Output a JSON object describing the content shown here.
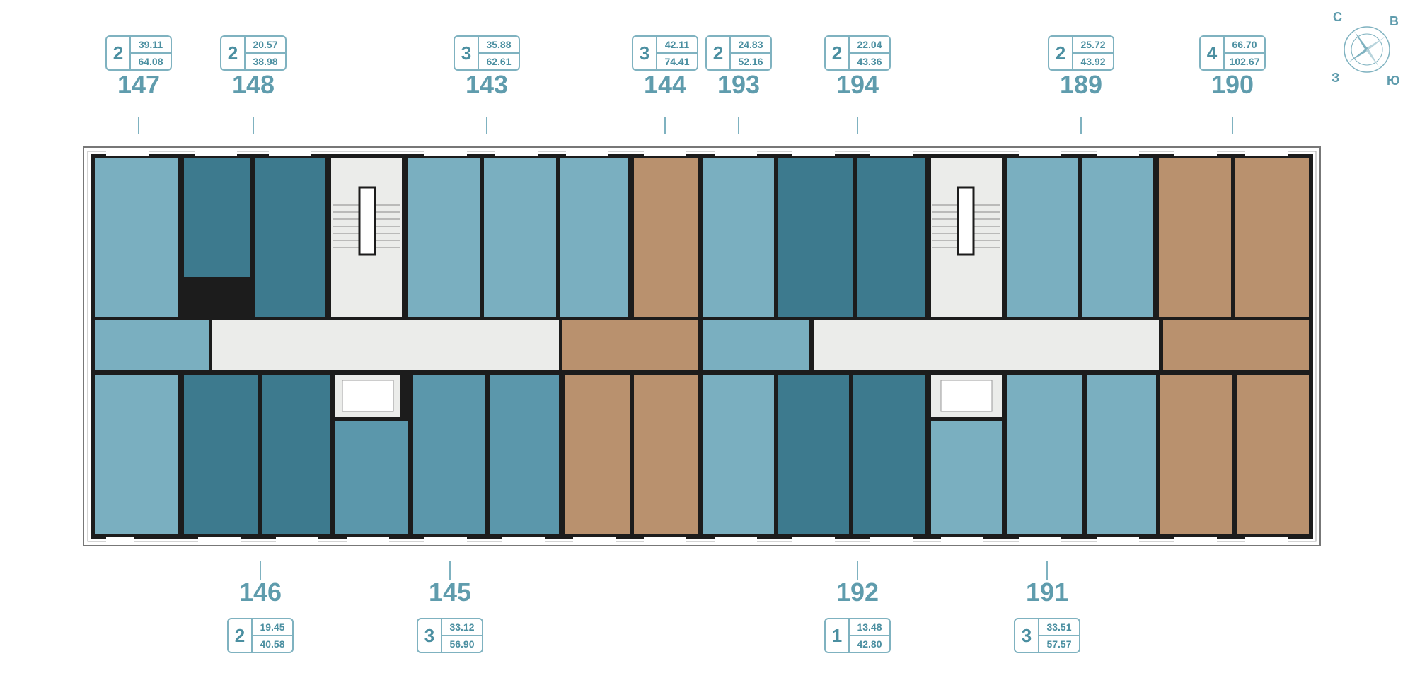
{
  "colors": {
    "light": "#7aafc0",
    "mid": "#5b97ab",
    "dark": "#3d7a8e",
    "brown": "#b9916e",
    "corridor": "#ebecea",
    "wall": "#1c1c1c",
    "label": "#5f9cad"
  },
  "compass": {
    "north": "С",
    "east": "В",
    "west": "З",
    "south": "Ю"
  },
  "units_top": [
    {
      "id": "147",
      "rooms": "2",
      "living": "39.11",
      "total": "64.08"
    },
    {
      "id": "148",
      "rooms": "2",
      "living": "20.57",
      "total": "38.98"
    },
    {
      "id": "143",
      "rooms": "3",
      "living": "35.88",
      "total": "62.61"
    },
    {
      "id": "144",
      "rooms": "3",
      "living": "42.11",
      "total": "74.41"
    },
    {
      "id": "193",
      "rooms": "2",
      "living": "24.83",
      "total": "52.16"
    },
    {
      "id": "194",
      "rooms": "2",
      "living": "22.04",
      "total": "43.36"
    },
    {
      "id": "189",
      "rooms": "2",
      "living": "25.72",
      "total": "43.92"
    },
    {
      "id": "190",
      "rooms": "4",
      "living": "66.70",
      "total": "102.67"
    }
  ],
  "units_bottom": [
    {
      "id": "146",
      "rooms": "2",
      "living": "19.45",
      "total": "40.58"
    },
    {
      "id": "145",
      "rooms": "3",
      "living": "33.12",
      "total": "56.90"
    },
    {
      "id": "192",
      "rooms": "1",
      "living": "13.48",
      "total": "42.80"
    },
    {
      "id": "191",
      "rooms": "3",
      "living": "33.51",
      "total": "57.57"
    }
  ]
}
